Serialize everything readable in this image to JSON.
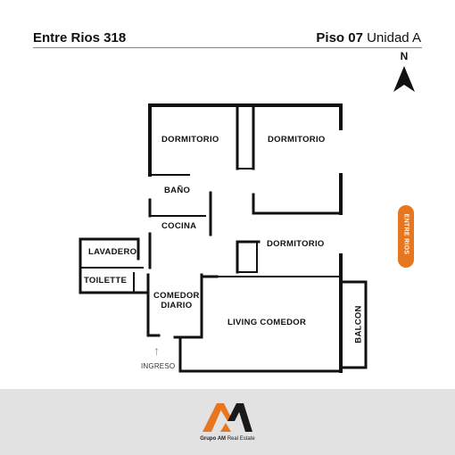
{
  "header": {
    "title": "Entre Rios 318",
    "floor": "Piso 07",
    "unit": "Unidad A"
  },
  "compass": {
    "letter": "N"
  },
  "rooms": {
    "dormitorio_1": "DORMITORIO",
    "dormitorio_2": "DORMITORIO",
    "dormitorio_3": "DORMITORIO",
    "bano": "BAÑO",
    "cocina": "COCINA",
    "lavadero": "LAVADERO",
    "toilette": "TOILETTE",
    "comedor_diario_1": "COMEDOR",
    "comedor_diario_2": "DIARIO",
    "living_comedor": "LIVING COMEDOR",
    "balcon": "BALCON"
  },
  "entrance": {
    "label": "INGRESO",
    "arrow": "↑"
  },
  "street_tag": {
    "label": "ENTRE RIOS"
  },
  "footer": {
    "brand_bold": "Grupo AM",
    "brand_regular": "Real Estate"
  },
  "colors": {
    "wall": "#111111",
    "accent": "#e8761e",
    "footer_bg": "#e2e2e2"
  }
}
